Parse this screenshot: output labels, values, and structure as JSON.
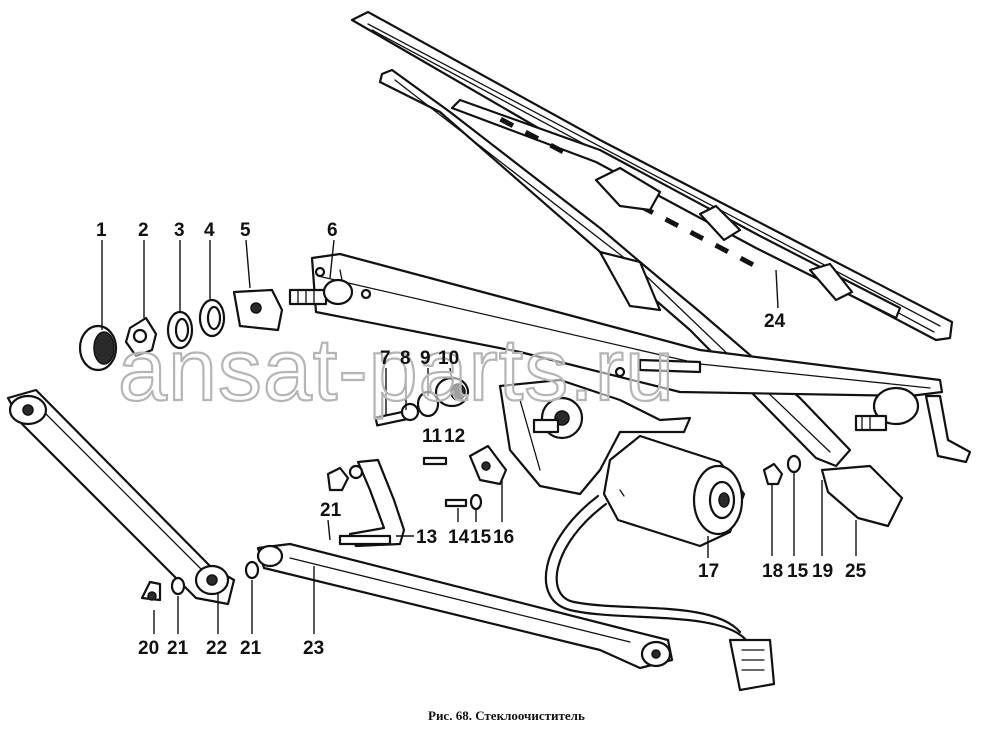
{
  "figure": {
    "caption": "Рис. 68. Стеклоочиститель",
    "watermark": "ansat-parts.ru"
  },
  "labels": {
    "l1": "1",
    "l2": "2",
    "l3": "3",
    "l4": "4",
    "l5": "5",
    "l6": "6",
    "l7": "7",
    "l8": "8",
    "l9": "9",
    "l10": "10",
    "l11": "11",
    "l12": "12",
    "l13": "13",
    "l14": "14",
    "l15a": "15",
    "l16": "16",
    "l17": "17",
    "l18": "18",
    "l15b": "15",
    "l19": "19",
    "l25": "25",
    "l24": "24",
    "l21a": "21",
    "l20": "20",
    "l21b": "21",
    "l22": "22",
    "l21c": "21",
    "l23": "23"
  }
}
